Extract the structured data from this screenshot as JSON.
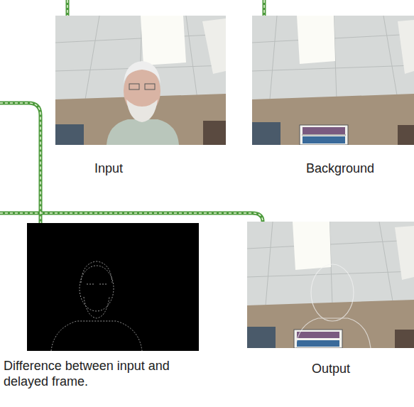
{
  "diagram": {
    "nodes": [
      {
        "text": [
          "Input"
        ]
      },
      {
        "text": [
          "Background"
        ]
      },
      {
        "text": [
          "Difference between input and delayed frame."
        ]
      },
      {
        "text": [
          "Output"
        ]
      }
    ]
  }
}
